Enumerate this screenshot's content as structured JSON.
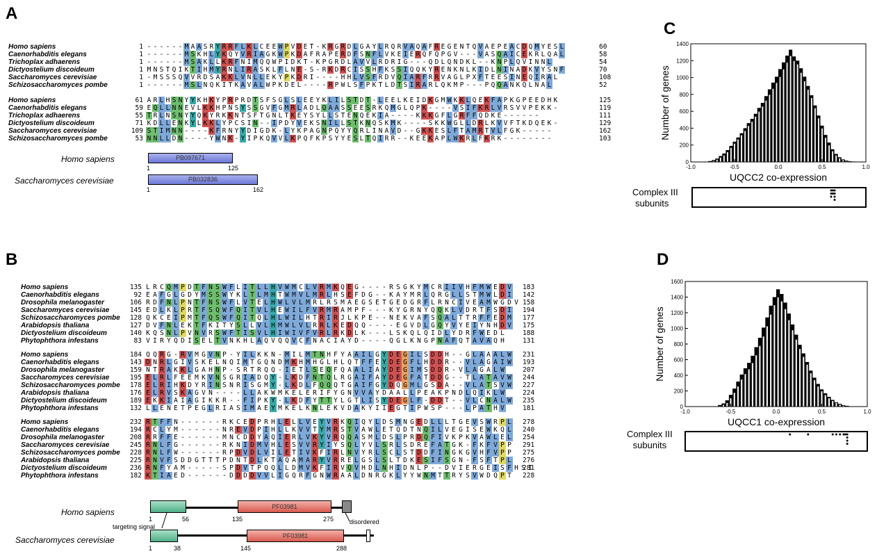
{
  "panels": {
    "A": {
      "letter": "A",
      "blocks": [
        {
          "rows": [
            {
              "species": "Homo sapiens",
              "start": "1",
              "seq": "------MAASRYRRFLKLCEEWPVDET-KRGRDLGAYLRQRVAQAFREGENTQVAEPEACDQMYESL",
              "end": "60"
            },
            {
              "species": "Caenorhabditis elegans",
              "start": "1",
              "seq": "------MSKHLYKQYVRIAGKWPKDAFRAPERDFSNFLVKEIERQFQPGV---VASQAICEKRLQAL",
              "end": "58"
            },
            {
              "species": "Trichoplax adhaerens",
              "start": "1",
              "seq": "------MSAKLLKRFNIMQQWPIDKT-KPGRDLAVVLRDRIG---QDLQNDKL--KNPLQVINNL",
              "end": "54"
            },
            {
              "species": "Dictyostelium discoideum",
              "start": "1",
              "seq": "MNSTQIKTIHMYRNLIRASKLFLNE-S-RKDRCISSHFKSSIQQKYRENKNLKIDLNINADKVYSNF",
              "end": "70"
            },
            {
              "species": "Saccharomyces cerevisiae",
              "start": "1",
              "seq": "-MSSSQVVRDSAKKLVNLLEKYPKDRI----HHLVSFRDVQIARFRRVAGLPXFTEESINEQIRAL",
              "end": "108"
            },
            {
              "species": "Schizosaccharomyces pombe",
              "start": "1",
              "seq": "------MSLNQKITKAVALWPKDEL----RPWLSFPKTLDTSIRARLQKMP---PQQANKQLNAL",
              "end": "52"
            }
          ]
        },
        {
          "rows": [
            {
              "species": "Homo sapiens",
              "start": "61",
              "seq": "ARLHSNYYKHKYPRPRDTSFSGLSLEEYKLILSTDT-LEELKEIDKGMWKKLQEKFAPKGPEEDHK",
              "end": "125"
            },
            {
              "species": "Caenorhabditis elegans",
              "start": "59",
              "seq": "EQLLNNEVLKKHPNSYSSGVFGMRLADLQAASSEESRKQMGLQPK----VSIFKRLVRSVVPEKK-",
              "end": "119"
            },
            {
              "species": "Trichoplax adhaerens",
              "start": "55",
              "seq": "TRLNSNYYQKYRKKNTSFTGNLTKEYSYLLSTENQEKIA----KKKGFLGRFFQDKE------",
              "end": "111"
            },
            {
              "species": "Dictyostelium discoideum",
              "start": "71",
              "seq": "KDLLENKYLKKLYPCSIN--IPDYVEKSNILLSTKNQSKMK----SKKWGLLDRLKVVFTKDQEK-",
              "end": "129"
            },
            {
              "species": "Saccharomyces cerevisiae",
              "start": "109",
              "seq": "STIMNN----KFRNYYDIGDK-LYKPAGNPQYYQRLINAVD--GKKESLFTAMRTVLFGK-----",
              "end": "162"
            },
            {
              "species": "Schizosaccharomyces pombe",
              "start": "53",
              "seq": "NNLLDN----YWNK-YIPKQVVLKPQFKPSYYESLTQIRR--KEEKAPLWKRLFKRK--------",
              "end": "103"
            }
          ]
        }
      ],
      "domain_diagram": [
        {
          "species": "Homo sapiens",
          "domain": "PB097671",
          "start": "1",
          "end": "125"
        },
        {
          "species": "Saccharomyces cerevisiae",
          "domain": "PB032836",
          "start": "1",
          "end": "162"
        }
      ]
    },
    "B": {
      "letter": "B",
      "blocks": [
        {
          "rows": [
            {
              "species": "Homo sapiens",
              "start": "135",
              "seq": "LRCQMPDTFNSWFLITLLHVWMCLVRMKQEG----RSGKYMCRIIVHFMWEDV",
              "end": "183"
            },
            {
              "species": "Caenorhabditis elegans",
              "start": "92",
              "seq": "EAFGLGDYMSSWYKLTLMHTWMVLMRLHSEFDG--KAYMRLQRGLLSTMWLDI",
              "end": "142"
            },
            {
              "species": "Drosophila melanogaster",
              "start": "106",
              "seq": "RDFNLPNTFNSWFLVTELHWLVLMRLRSMAEGSETGEDGRFLRNCIVEAMWGDV",
              "end": "158"
            },
            {
              "species": "Saccharomyces cerevisiae",
              "start": "145",
              "seq": "EDLKLPRTFSQWFQITVLHEWILFVRMRAMPF---KYGRNYQQKLVDRTFSDI",
              "end": "194"
            },
            {
              "species": "Schizosaccharomyces pombe",
              "start": "128",
              "seq": "QKCEIPMTFQSWFQITQLHLWILHTRIRJLKPE--NEKVAFSQALTTRFFEDM",
              "end": "177"
            },
            {
              "species": "Arabidopsis thaliana",
              "start": "127",
              "seq": "DVFNLEKTFKITYSLLVLHMWLVLRRLKEDQQ----EGVDLGQYVYEIYNHDV",
              "end": "175"
            },
            {
              "species": "Dictyostelium discoideum",
              "start": "140",
              "seq": "KQSNLPVNVRSWFTISVLHIWIVFVRLRKDLK---LSKQLQIDLYDRFWEDL",
              "end": "188"
            },
            {
              "species": "Phytophthora infestans",
              "start": "83",
              "seq": "VIRYQDISELTVNKHLAQVQQVCFNACIAYD----QGLKNGPNAFQTAVAQH",
              "end": "131"
            }
          ]
        },
        {
          "rows": [
            {
              "species": "Homo sapiens",
              "start": "184",
              "seq": "QQRG-RVMGVNP-YILKKN-MILMTNHFYAAILGYDEGILSDDH--GLAAALW",
              "end": "231"
            },
            {
              "species": "Caenorhabditis elegans",
              "start": "143",
              "seq": "DNRLGIVSKELNQIMTGQNDMKHMHGLHLQTFFEYDEGFLHDDR--VLAGAIW",
              "end": "193"
            },
            {
              "species": "Drosophila melanogaster",
              "start": "159",
              "seq": "NTRAKKLGAHNP-SRTRQQ-IETLSEQFQAALIAYDEGIMSDDR-VLAGALW",
              "end": "207"
            },
            {
              "species": "Saccharomyces cerevisiae",
              "start": "195",
              "seq": "ELRLFEEMKVNSGRIADQY-LKDFNTQLRGAIFAYDEGFATDDG--TLATAVW",
              "end": "244"
            },
            {
              "species": "Schizosaccharomyces pombe",
              "start": "178",
              "seq": "ELRIHKDYRINSNRISGMY-LKDLFQQQTGAIFGYDQGMLGSDA--VLATSVW",
              "end": "227"
            },
            {
              "species": "Arabidopsis thaliana",
              "start": "176",
              "seq": "ELRVSKAGVN----LLAKWMKELERIFYGNVVAYDAALLPEAKPNDLQIKLW",
              "end": "224"
            },
            {
              "species": "Dictyostelium discoideum",
              "start": "189",
              "seq": "EKKIAIAGIKKR--FIPKY-LKDFYTTYLGTLISYDEGLF-DDT--VLCNALW",
              "end": "235"
            },
            {
              "species": "Phytophthora infestans",
              "start": "132",
              "seq": "LLENETPEGLRIASIMAEYMKELKNLEKVDAKYIIEGTIPWSP---LPATHV",
              "end": "181"
            }
          ]
        },
        {
          "rows": [
            {
              "species": "Homo sapiens",
              "start": "232",
              "seq": "RTFFN------RKCEDPRHLELLVEYVRKQIQYLDSMNGEDLLLTGEVSWRPL",
              "end": "278"
            },
            {
              "species": "Caenorhabditis elegans",
              "start": "194",
              "seq": "RCLYM------NREVDPIHLLKVVTYMRSTVAWLETQDTNQILVEGISEWKQL",
              "end": "240"
            },
            {
              "species": "Drosophila melanogaster",
              "start": "208",
              "seq": "RRFFE------MNCDDYAQIERLVKYVRQQASMLDSLPRDQFIVKPKVAWLEL",
              "end": "254"
            },
            {
              "species": "Saccharomyces cerevisiae",
              "start": "245",
              "seq": "RNLFG------RKNIDMVHLESVVRYIYSQLYVLSRLSDREFATGK-FKFVPP",
              "end": "291"
            },
            {
              "species": "Schizosaccharomyces pombe",
              "start": "228",
              "seq": "RNLFW------RPDVDLVILETIVKFIRLNVYRLSCLSTDDFINGKGVHFVPP",
              "end": "275"
            },
            {
              "species": "Arabidopsis thaliana",
              "start": "225",
              "seq": "RNVFSDDGTTTPDNTDLKTAQAMARYVRRELGSLSLTDKESIFSGN-FSFTPL",
              "end": "276"
            },
            {
              "species": "Dictyostelium discoideum",
              "start": "236",
              "seq": "RNFYAM-----SPDVTPQQLLDMVKFIRVQVHDLNHIDNLP--DVIERGEISFHSI",
              "end": "281"
            },
            {
              "species": "Phytophthora infestans",
              "start": "182",
              "seq": "KTIAED------DDDDVVLIGQRFGNWRAALDNRGKLYYWNMTTRYSVWDQPT",
              "end": "228"
            }
          ]
        }
      ],
      "domain_diagram": [
        {
          "species": "Homo sapiens",
          "domain": "PF03981",
          "ts_start": "1",
          "ts_end": "56",
          "pf_start": "135",
          "pf_end": "275"
        },
        {
          "species": "Saccharomyces cerevisiae",
          "domain": "PF03981",
          "ts_start": "1",
          "ts_end": "38",
          "pf_start": "145",
          "pf_end": "288"
        }
      ],
      "annotations": {
        "targeting": "targeting signal",
        "disordered": "disordered"
      }
    },
    "C": {
      "letter": "C",
      "complex_label_1": "Complex III",
      "complex_label_2": "subunits"
    },
    "D": {
      "letter": "D",
      "complex_label_1": "Complex III",
      "complex_label_2": "subunits"
    }
  },
  "residue_colors": {
    "hydrophobic": "#7fa9d9",
    "acidic": "#cf5252",
    "basic": "#cf5252",
    "polar": "#6fbd6f",
    "glycine": "#e8a060",
    "proline": "#e0d860",
    "aromatic": "#3aa8a8",
    "cysteine": "#e8a0a0",
    "none": "#ffffff"
  },
  "chart_data": [
    {
      "type": "bar",
      "panel": "C",
      "xlabel": "UQCC2 co-expression",
      "ylabel": "Number of genes",
      "xlim": [
        -1.0,
        1.0
      ],
      "ylim": [
        0,
        1400
      ],
      "xticks": [
        "-1.0",
        "-0.5",
        "0.0",
        "0.5",
        "1.0"
      ],
      "yticks": [
        "0",
        "200",
        "400",
        "600",
        "800",
        "1000",
        "1200",
        "1400"
      ],
      "bin_centers": [
        -0.78,
        -0.74,
        -0.7,
        -0.66,
        -0.62,
        -0.58,
        -0.54,
        -0.5,
        -0.46,
        -0.42,
        -0.38,
        -0.34,
        -0.3,
        -0.26,
        -0.22,
        -0.18,
        -0.14,
        -0.1,
        -0.06,
        -0.02,
        0.02,
        0.06,
        0.1,
        0.14,
        0.18,
        0.22,
        0.26,
        0.3,
        0.34,
        0.38,
        0.42,
        0.46,
        0.5,
        0.54,
        0.58,
        0.62,
        0.66,
        0.7,
        0.74,
        0.78,
        0.82,
        0.86
      ],
      "series": [
        {
          "name": "",
          "values": [
            5,
            15,
            30,
            55,
            80,
            120,
            170,
            220,
            270,
            320,
            370,
            430,
            480,
            540,
            600,
            660,
            730,
            800,
            870,
            940,
            1010,
            1100,
            1180,
            1260,
            1200,
            1160,
            1060,
            960,
            860,
            760,
            640,
            520,
            400,
            290,
            200,
            130,
            80,
            45,
            25,
            12,
            5,
            2
          ]
        },
        {
          "name": "",
          "values": [
            10,
            22,
            40,
            70,
            100,
            140,
            190,
            240,
            290,
            340,
            400,
            460,
            510,
            570,
            640,
            700,
            780,
            860,
            940,
            1010,
            1100,
            1180,
            1260,
            1330,
            1250,
            1200,
            1110,
            1010,
            900,
            790,
            670,
            550,
            430,
            320,
            230,
            150,
            95,
            55,
            30,
            15,
            6,
            2
          ]
        }
      ],
      "markers": [
        0.6,
        0.6,
        0.6,
        0.62,
        0.62,
        0.64,
        0.64,
        0.64,
        0.64
      ]
    },
    {
      "type": "bar",
      "panel": "D",
      "xlabel": "UQCC1 co-expression",
      "ylabel": "Number of genes",
      "xlim": [
        -1.0,
        1.0
      ],
      "ylim": [
        0,
        1600
      ],
      "xticks": [
        "-1.0",
        "-0.5",
        "0.0",
        "0.5",
        "1.0"
      ],
      "yticks": [
        "0",
        "200",
        "400",
        "600",
        "800",
        "1000",
        "1200",
        "1400",
        "1600"
      ],
      "bin_centers": [
        -0.62,
        -0.58,
        -0.54,
        -0.5,
        -0.46,
        -0.42,
        -0.38,
        -0.34,
        -0.3,
        -0.26,
        -0.22,
        -0.18,
        -0.14,
        -0.1,
        -0.06,
        -0.02,
        0.02,
        0.06,
        0.1,
        0.14,
        0.18,
        0.22,
        0.26,
        0.3,
        0.34,
        0.38,
        0.42,
        0.46,
        0.5,
        0.54,
        0.58,
        0.62,
        0.66,
        0.7,
        0.74,
        0.78
      ],
      "series": [
        {
          "name": "",
          "values": [
            10,
            25,
            50,
            110,
            180,
            260,
            350,
            420,
            480,
            560,
            660,
            780,
            900,
            1030,
            1180,
            1300,
            1400,
            1350,
            1250,
            1110,
            980,
            860,
            740,
            640,
            540,
            430,
            340,
            260,
            200,
            150,
            110,
            75,
            50,
            30,
            15,
            6
          ]
        },
        {
          "name": "",
          "values": [
            20,
            40,
            80,
            150,
            230,
            320,
            410,
            490,
            560,
            650,
            760,
            880,
            1010,
            1140,
            1290,
            1400,
            1500,
            1440,
            1330,
            1190,
            1050,
            920,
            790,
            680,
            570,
            460,
            370,
            290,
            220,
            170,
            125,
            85,
            55,
            35,
            18,
            8
          ]
        }
      ],
      "markers": [
        0.15,
        0.35,
        0.62,
        0.66,
        0.7,
        0.74,
        0.76,
        0.78,
        0.78,
        0.78,
        0.78
      ]
    }
  ]
}
